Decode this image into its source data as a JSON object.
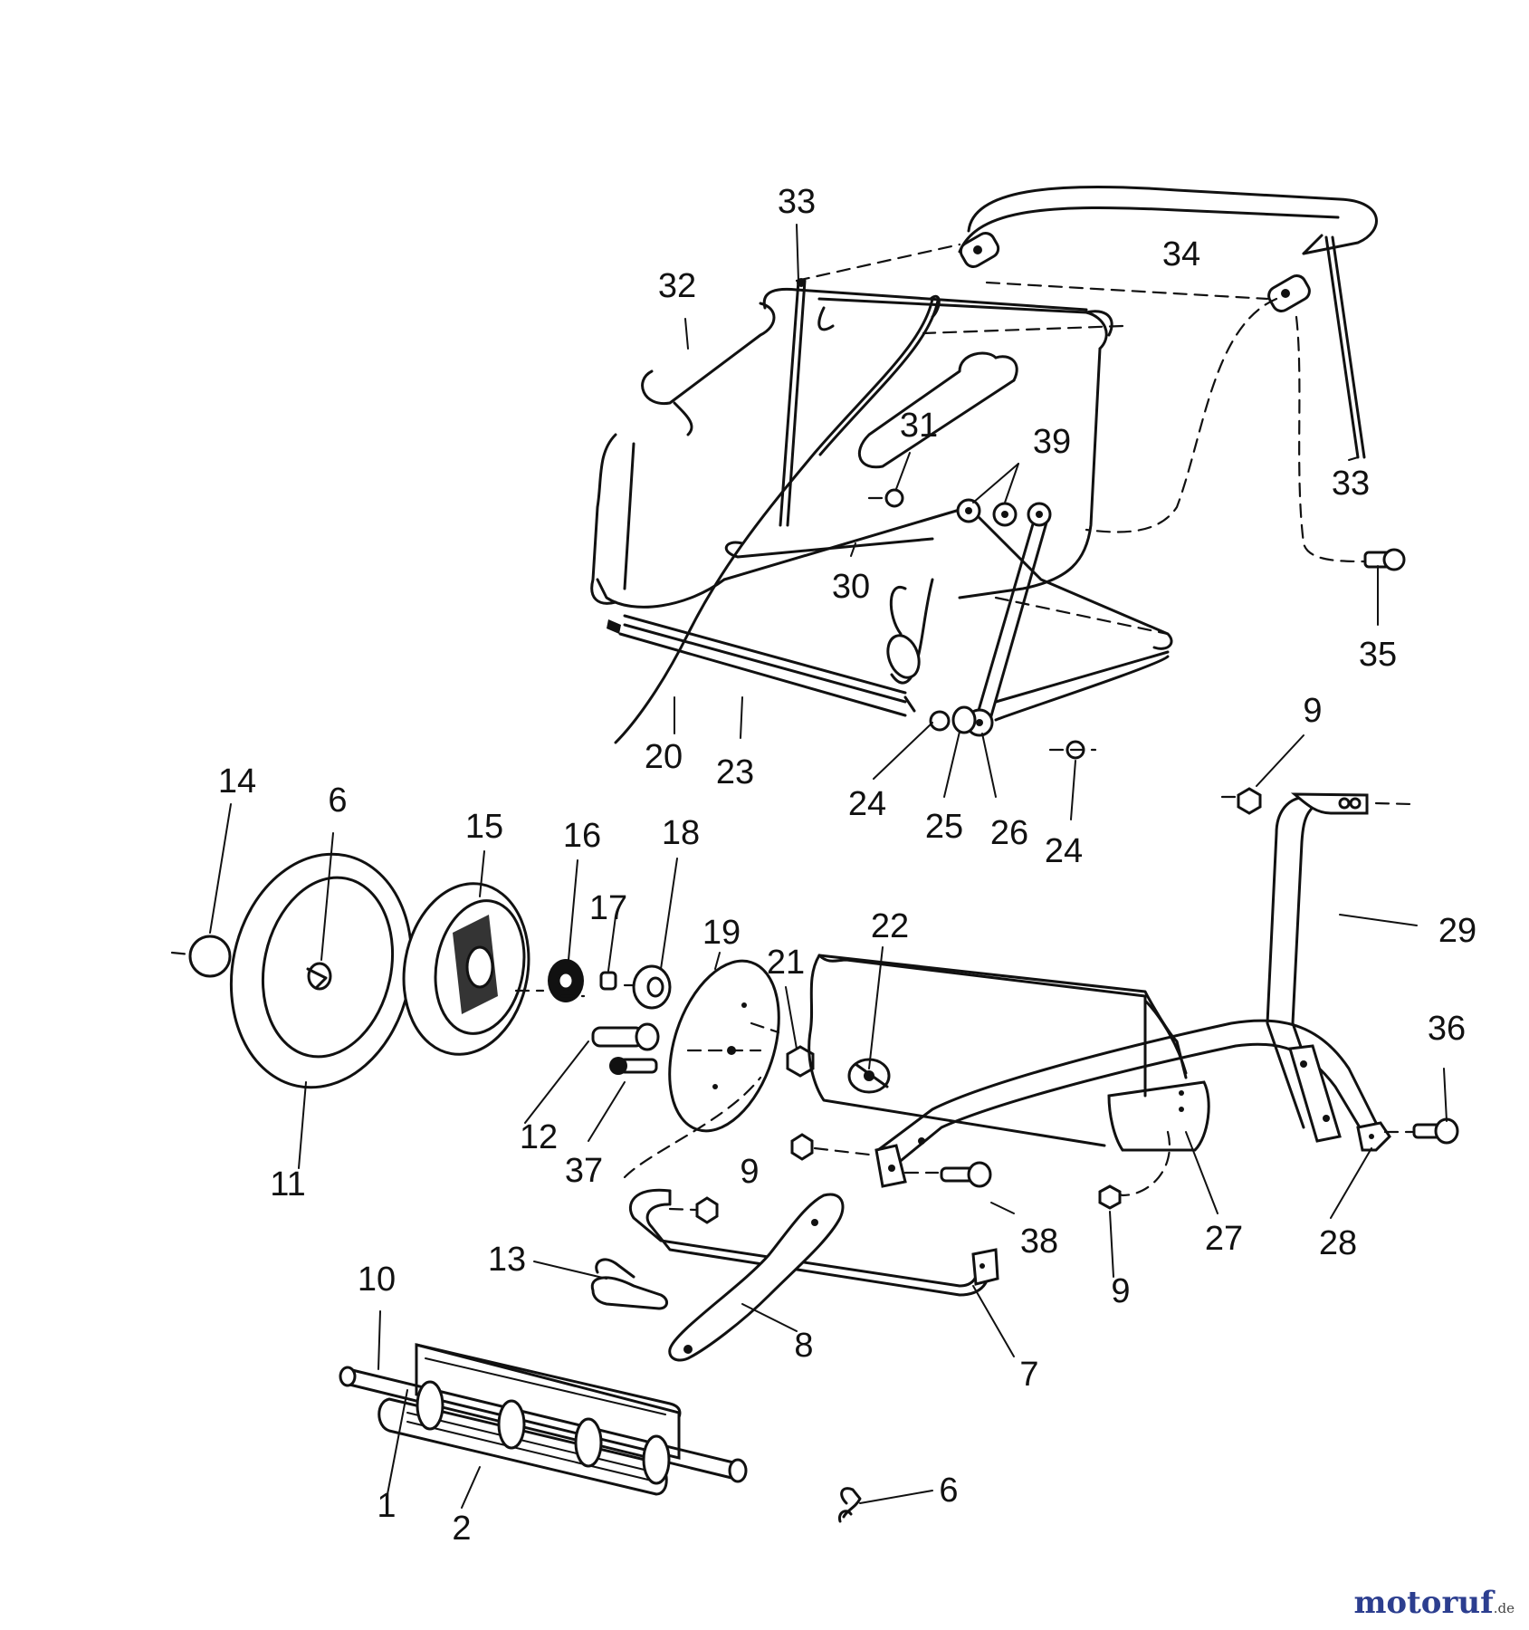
{
  "diagram": {
    "callouts": [
      {
        "id": "c33a",
        "text": "33"
      },
      {
        "id": "c34",
        "text": "34"
      },
      {
        "id": "c32",
        "text": "32"
      },
      {
        "id": "c31",
        "text": "31"
      },
      {
        "id": "c39",
        "text": "39"
      },
      {
        "id": "c33b",
        "text": "33"
      },
      {
        "id": "c30",
        "text": "30"
      },
      {
        "id": "c35",
        "text": "35"
      },
      {
        "id": "c20",
        "text": "20"
      },
      {
        "id": "c23",
        "text": "23"
      },
      {
        "id": "c24a",
        "text": "24"
      },
      {
        "id": "c25",
        "text": "25"
      },
      {
        "id": "c26",
        "text": "26"
      },
      {
        "id": "c24b",
        "text": "24"
      },
      {
        "id": "c9a",
        "text": "9"
      },
      {
        "id": "c14",
        "text": "14"
      },
      {
        "id": "c6a",
        "text": "6"
      },
      {
        "id": "c15",
        "text": "15"
      },
      {
        "id": "c16",
        "text": "16"
      },
      {
        "id": "c18",
        "text": "18"
      },
      {
        "id": "c17",
        "text": "17"
      },
      {
        "id": "c19",
        "text": "19"
      },
      {
        "id": "c21",
        "text": "21"
      },
      {
        "id": "c22",
        "text": "22"
      },
      {
        "id": "c29",
        "text": "29"
      },
      {
        "id": "c36",
        "text": "36"
      },
      {
        "id": "c12",
        "text": "12"
      },
      {
        "id": "c37",
        "text": "37"
      },
      {
        "id": "c11",
        "text": "11"
      },
      {
        "id": "c9b",
        "text": "9"
      },
      {
        "id": "c38",
        "text": "38"
      },
      {
        "id": "c27",
        "text": "27"
      },
      {
        "id": "c28",
        "text": "28"
      },
      {
        "id": "c9c",
        "text": "9"
      },
      {
        "id": "c13",
        "text": "13"
      },
      {
        "id": "c10",
        "text": "10"
      },
      {
        "id": "c8",
        "text": "8"
      },
      {
        "id": "c7",
        "text": "7"
      },
      {
        "id": "c1",
        "text": "1"
      },
      {
        "id": "c2",
        "text": "2"
      },
      {
        "id": "c6b",
        "text": "6"
      }
    ]
  },
  "watermark": {
    "brand": "motoruf",
    "tld": ".de"
  }
}
